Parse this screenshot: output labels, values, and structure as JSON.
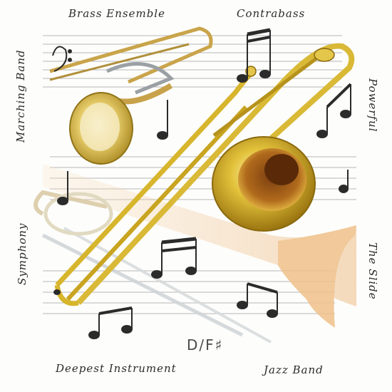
{
  "labels": {
    "top_left": "Brass Ensemble",
    "top_right": "Contrabass",
    "left_upper": "Marching Band",
    "left_lower": "Symphony",
    "right_upper": "Powerful",
    "right_lower": "The Slide",
    "bottom_left": "Deepest Instrument",
    "bottom_right": "Jazz Band"
  },
  "chord_symbol": "D/F♯",
  "colors": {
    "brass_gold": "#d7b52c",
    "brass_dark": "#8a6a0e",
    "bell_pale": "#f1c48c",
    "ink": "#2b2b2b",
    "staff": "#b8b8b8"
  }
}
